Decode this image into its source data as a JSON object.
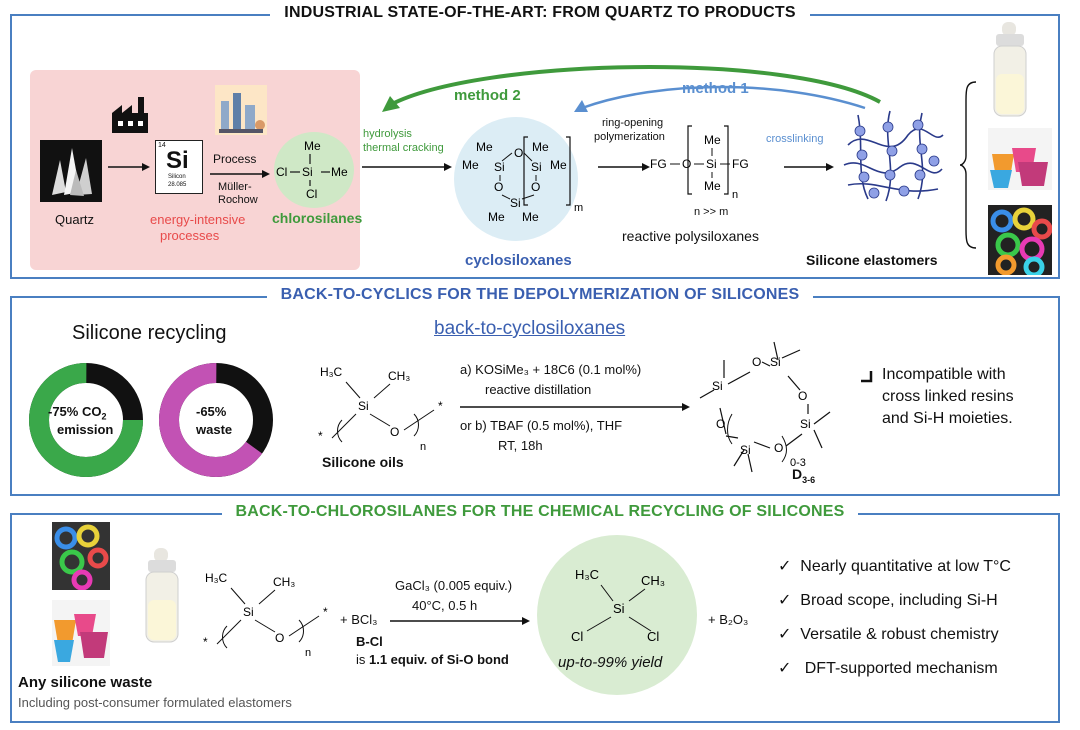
{
  "panel1": {
    "title": "INDUSTRIAL STATE-OF-THE-ART: FROM QUARTZ TO PRODUCTS",
    "quartz": "Quartz",
    "si_number": "14",
    "si_symbol": "Si",
    "si_name": "Silicon",
    "si_mass": "28.085",
    "process": "Process",
    "process_name_1": "Müller-",
    "process_name_2": "Rochow",
    "energy_1": "energy-intensive",
    "energy_2": "processes",
    "chlorosilanes": "chlorosilanes",
    "me": "Me",
    "si": "Si",
    "cl": "Cl",
    "o": "O",
    "method2": "method 2",
    "method1": "method 1",
    "hydrolysis_1": "hydrolysis",
    "hydrolysis_2": "thermal cracking",
    "ring_opening_1": "ring-opening",
    "ring_opening_2": "polymerization",
    "m_sub": "m",
    "n_sub": "n",
    "fg": "FG",
    "n_gg_m": "n >> m",
    "reactive": "reactive polysiloxanes",
    "cyclosiloxanes": "cyclosiloxanes",
    "crosslinking": "crosslinking",
    "elastomers": "Silicone elastomers"
  },
  "panel2": {
    "title": "BACK-TO-CYCLICS FOR THE DEPOLYMERIZATION OF SILICONES",
    "recycling": "Silicone recycling",
    "donut1_line1": "-75% CO",
    "donut1_sub": "2",
    "donut1_line2": "emission",
    "donut2_line1": "-65%",
    "donut2_line2": "waste",
    "subtitle": "back-to-cyclosiloxanes",
    "h3c": "H₃C",
    "ch3": "CH₃",
    "si": "Si",
    "o": "O",
    "star": "*",
    "n": "n",
    "oils": "Silicone oils",
    "cond_a": "a)  KOSiMe₃ + 18C6 (0.1 mol%)",
    "cond_a2": "reactive distillation",
    "cond_b": "or  b) TBAF (0.5 mol%), THF",
    "cond_b2": "RT, 18h",
    "ring_count": "0-3",
    "d_label": "D",
    "d_sub": "3-6",
    "incompat_1": "Incompatible with",
    "incompat_2": "cross linked resins",
    "incompat_3": "and Si-H moieties."
  },
  "panel3": {
    "title": "BACK-TO-CHLOROSILANES FOR THE CHEMICAL RECYCLING OF SILICONES",
    "h3c": "H₃C",
    "ch3": "CH₃",
    "si": "Si",
    "o": "O",
    "cl": "Cl",
    "star": "*",
    "n": "n",
    "plus_bcl3": "+ BCl₃",
    "bcl": "B-Cl",
    "is_text": "is ",
    "equiv": "1.1 equiv. of Si-O bond",
    "cond1": "GaCl₃ (0.005 equiv.)",
    "cond2": "40°C, 0.5 h",
    "yield": "up-to-99% yield",
    "b2o3": "+ B₂O₃",
    "waste": "Any silicone waste",
    "including": "Including post-consumer formulated elastomers",
    "check": "✓",
    "bullets": [
      "Nearly quantitative at low T°C",
      "Broad scope, including Si-H",
      "Versatile & robust chemistry",
      "DFT-supported mechanism"
    ]
  },
  "colors": {
    "border": "#4a7fc1",
    "green": "#3f9a3c",
    "method1": "#5a8fd0",
    "red": "#e84a4a",
    "pink_bg": "#f8d4d4",
    "cyclo_blue": "#3a5fb0",
    "donut_green": "#3aa84a",
    "donut_magenta": "#c252b4",
    "yield_bg": "#d9ecd2"
  }
}
